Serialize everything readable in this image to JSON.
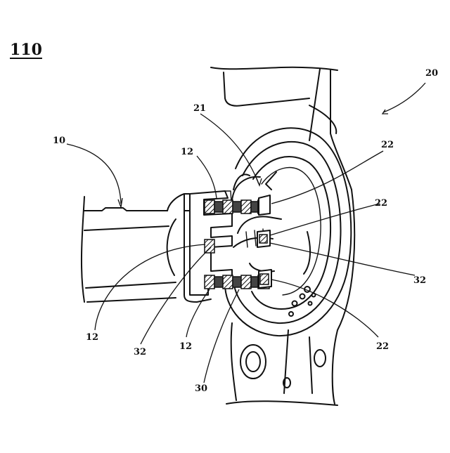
{
  "figure": {
    "title": "110",
    "labels": {
      "l10": "10",
      "l20": "20",
      "l21": "21",
      "l12a": "12",
      "l12b": "12",
      "l12c": "12",
      "l22a": "22",
      "l22b": "22",
      "l22c": "22",
      "l32a": "32",
      "l32b": "32",
      "l30": "30"
    }
  }
}
